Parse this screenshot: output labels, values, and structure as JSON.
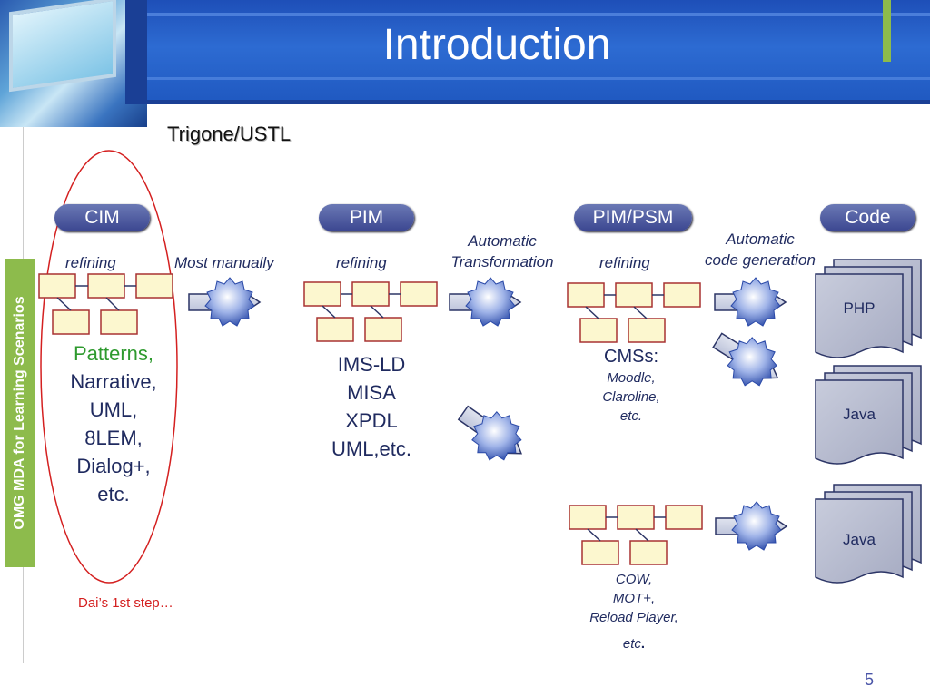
{
  "title": "Introduction",
  "subtitle": "Trigone/USTL",
  "sidebar_text": "OMG MDA for Learning Scenarios",
  "stages": {
    "cim": "CIM",
    "pim": "PIM",
    "pimpsm": "PIM/PSM",
    "code": "Code"
  },
  "labels": {
    "refining1": "refining",
    "most_manually": "Most manually",
    "refining2": "refining",
    "auto_transform_1": "Automatic",
    "auto_transform_2": "Transformation",
    "refining3": "refining",
    "auto_codegen_1": "Automatic",
    "auto_codegen_2": "code generation"
  },
  "cim_list": {
    "patterns": "Patterns,",
    "l2": "Narrative,",
    "l3": "UML,",
    "l4": "8LEM,",
    "l5": "Dialog+,",
    "l6": "etc."
  },
  "pim_list": [
    "IMS-LD",
    "MISA",
    "XPDL",
    "UML,etc."
  ],
  "cms": {
    "head": "CMSs:",
    "l1": "Moodle,",
    "l2": "Claroline,",
    "l3": "etc."
  },
  "cow": [
    "COW,",
    "MOT+,",
    "Reload Player,"
  ],
  "cow_etc": "etc",
  "cow_dot": ".",
  "docs": [
    "PHP",
    "Java",
    "Java"
  ],
  "dai_note": "Dai’s 1st step…",
  "page_number": "5",
  "colors": {
    "header_blue": "#1f58c0",
    "accent_green": "#8dbb4c",
    "pill_blue": "#3b4690",
    "box_fill": "#fcf7cf",
    "box_border": "#a83232",
    "highlight_red": "#d42020",
    "patterns_green": "#2e9a2e"
  }
}
